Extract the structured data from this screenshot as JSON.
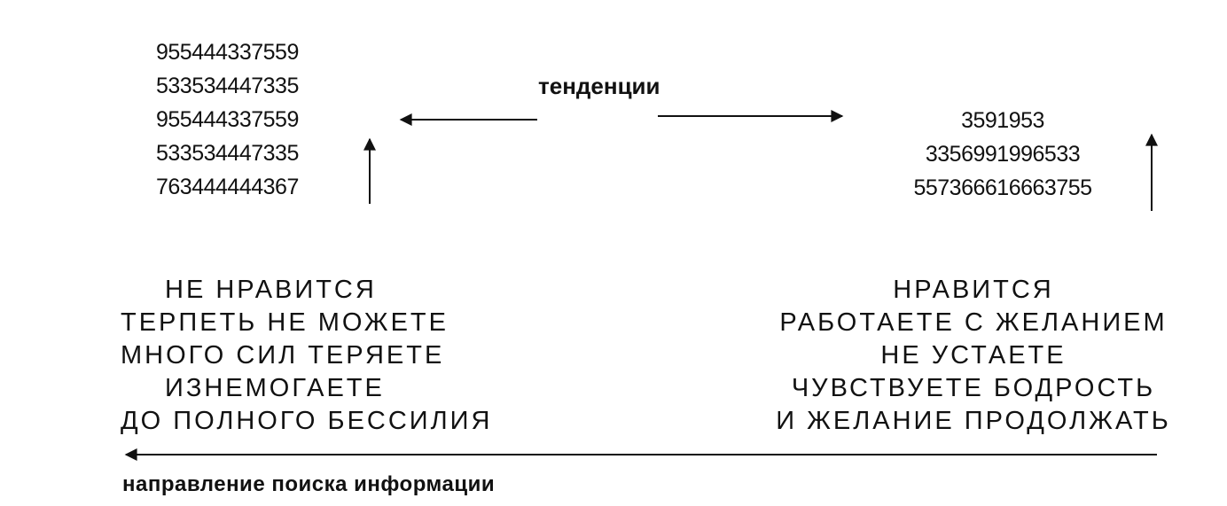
{
  "left_numbers": [
    "955444337559",
    "533534447335",
    "955444337559",
    "533534447335",
    "763444444367"
  ],
  "right_numbers": [
    "3591953",
    "3356991996533",
    "557366616663755"
  ],
  "tendency_label": "тенденции",
  "left_phrases": [
    "НЕ НРАВИТСЯ",
    "ТЕРПЕТЬ НЕ МОЖЕТЕ",
    "МНОГО СИЛ ТЕРЯЕТЕ",
    "ИЗНЕМОГАЕТЕ",
    "ДО ПОЛНОГО БЕССИЛИЯ"
  ],
  "right_phrases": [
    "НРАВИТСЯ",
    "РАБОТАЕТЕ С ЖЕЛАНИЕМ",
    "НЕ УСТАЕТЕ",
    "ЧУВСТВУЕТЕ БОДРОСТЬ",
    "И ЖЕЛАНИЕ ПРОДОЛЖАТЬ"
  ],
  "search_label": "направление поиска информации",
  "colors": {
    "ink": "#111111",
    "background": "#ffffff"
  }
}
